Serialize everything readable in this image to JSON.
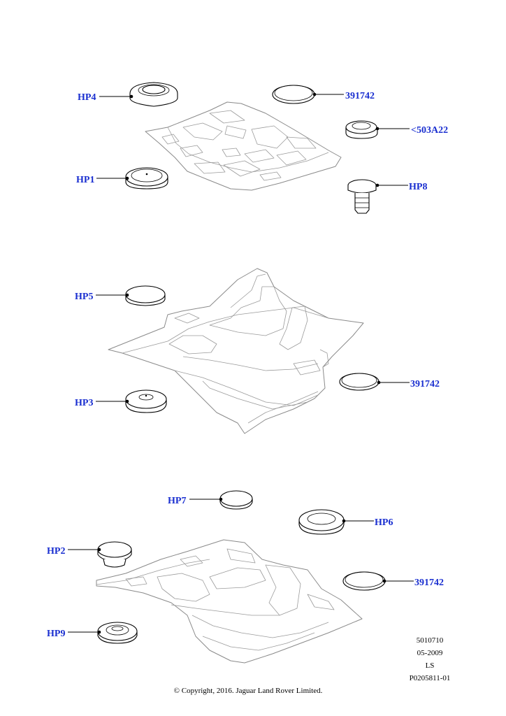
{
  "callouts": {
    "hp4": "HP4",
    "c391742_top": "391742",
    "c503a22": "<503A22",
    "hp1": "HP1",
    "hp8": "HP8",
    "hp5": "HP5",
    "c391742_mid": "391742",
    "hp3": "HP3",
    "hp7": "HP7",
    "hp6": "HP6",
    "hp2": "HP2",
    "c391742_bot": "391742",
    "hp9": "HP9"
  },
  "reference": {
    "line1": "5010710",
    "line2": "05-2009",
    "line3": "LS",
    "line4": "P0205811-01"
  },
  "copyright": "© Copyright, 2016. Jaguar Land Rover Limited."
}
